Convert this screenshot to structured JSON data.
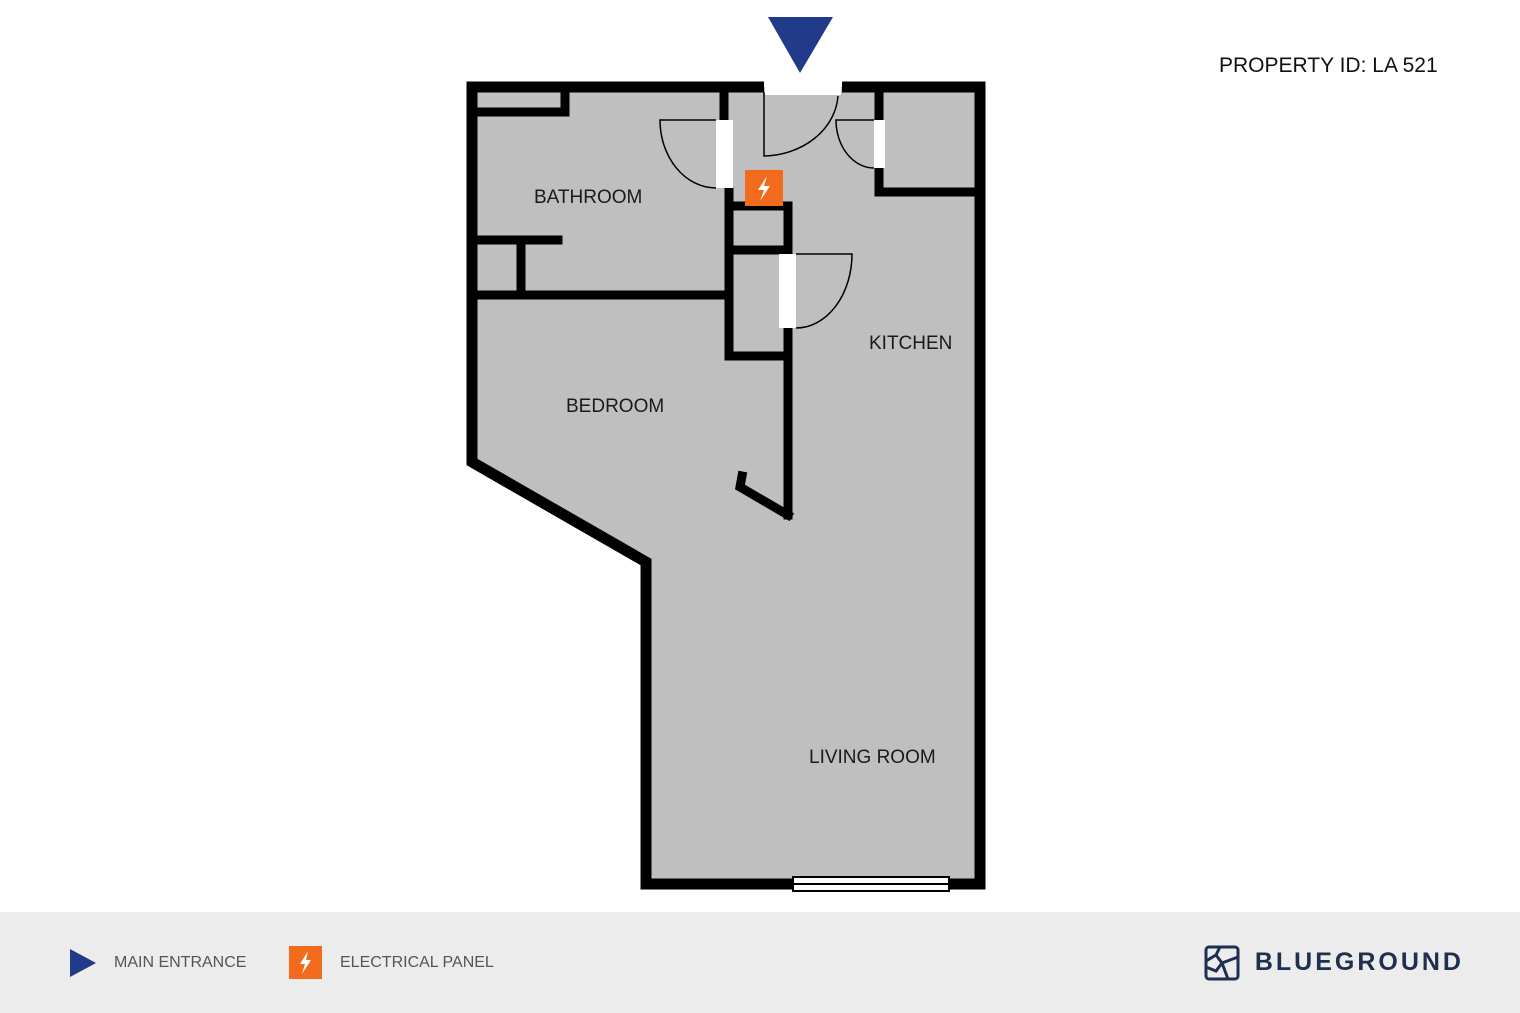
{
  "property": {
    "label": "PROPERTY ID: LA 521"
  },
  "rooms": {
    "bathroom": "BATHROOM",
    "kitchen": "KITCHEN",
    "bedroom": "BEDROOM",
    "living_room": "LIVING ROOM"
  },
  "legend": {
    "main_entrance": "MAIN ENTRANCE",
    "electrical_panel": "ELECTRICAL PANEL"
  },
  "brand": {
    "name": "BLUEGROUND"
  },
  "colors": {
    "floor": "#bfbfbf",
    "wall": "#000000",
    "entrance_marker": "#223a8a",
    "electrical_panel": "#f26a1b",
    "legend_bar": "#ececec",
    "brand": "#1f2f4f"
  },
  "icons": {
    "entrance": "triangle-marker-icon",
    "electrical": "lightning-bolt-icon",
    "brand_logo": "blueground-logo-icon"
  }
}
